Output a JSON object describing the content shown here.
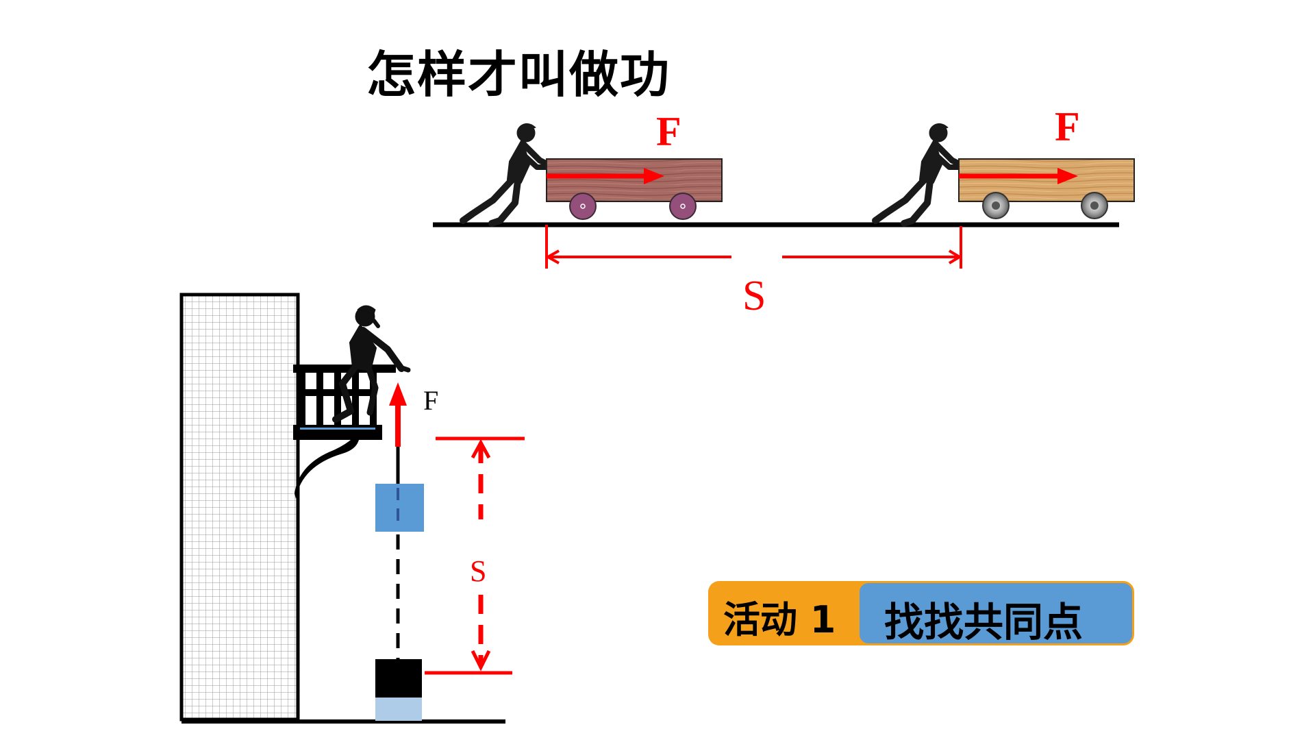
{
  "slide": {
    "title": "怎样才叫做功"
  },
  "cart_diagram": {
    "force_label_left": "F",
    "force_label_right": "F",
    "distance_label": "S",
    "colors": {
      "force": "#ff0000",
      "cart_left": "#a0605a",
      "cart_right": "#d6a56a",
      "ground": "#000000"
    }
  },
  "lift_diagram": {
    "force_label": "F",
    "distance_label": "S",
    "colors": {
      "box_top": "#5b9bd5",
      "box_bottom": "#000000",
      "box_base": "#aecbe8",
      "arrow": "#ff0000"
    }
  },
  "activity": {
    "label": "活动 1",
    "task": "找找共同点",
    "colors": {
      "outer": "#f5a01a",
      "inner": "#5b9bd5"
    }
  }
}
